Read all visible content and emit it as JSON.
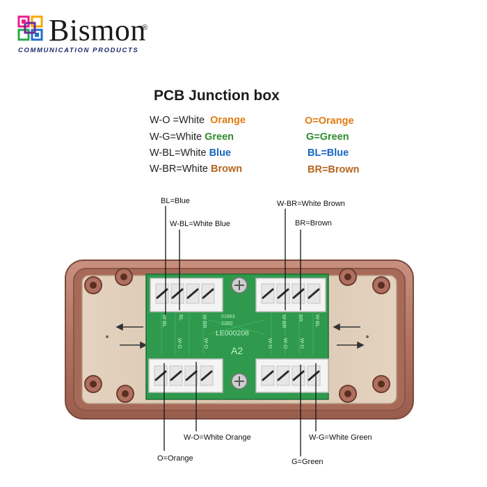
{
  "brand": {
    "name": "Bismon",
    "registered_mark": "®",
    "tagline": "COMMUNICATION PRODUCTS"
  },
  "title": "PCB Junction box",
  "legend": {
    "left": [
      {
        "prefix": "W-O =White",
        "color_word": "Orange",
        "color": "#e07b10"
      },
      {
        "prefix": "W-G=White",
        "color_word": "Green",
        "color": "#2e8b2e"
      },
      {
        "prefix": "W-BL=White",
        "color_word": "Blue",
        "color": "#1565c0"
      },
      {
        "prefix": "W-BR=White",
        "color_word": "Brown",
        "color": "#b5651d"
      }
    ],
    "right": [
      {
        "text": "O=Orange",
        "color": "#e07b10"
      },
      {
        "text": "G=Green",
        "color": "#2e8b2e"
      },
      {
        "text": "BL=Blue",
        "color": "#1565c0"
      },
      {
        "text": "BR=Brown",
        "color": "#b5651d"
      }
    ]
  },
  "callouts": {
    "bl": "BL=Blue",
    "wbl": "W-BL=White Blue",
    "wbr": "W-BR=White Brown",
    "br": "BR=Brown",
    "wo": "W-O=White Orange",
    "o": "O=Orange",
    "wg": "W-G=White Green",
    "g": "G=Green"
  },
  "pcb": {
    "board_code": "LE000208",
    "small_text": "01663",
    "small_text_2": "22B0",
    "marking": "A2",
    "top_left_labels": [
      "W-BL",
      "BL",
      "W-BR"
    ],
    "top_right_labels": [
      "W-BR",
      "BR",
      "W-BL"
    ],
    "bottom_left_labels": [
      "W-G",
      "W-O"
    ],
    "bottom_right_labels": [
      "W-G",
      "W-O",
      "W-G"
    ]
  },
  "colors": {
    "housing": "#b87a68",
    "housing_dark": "#8a5646",
    "inner_tray": "#d9c6b2",
    "pcb": "#2f9a4e",
    "terminal": "#f4f4f4"
  },
  "icons": [
    "logo-squares-icon",
    "arrow-left-icon",
    "arrow-right-icon",
    "screw-icon"
  ]
}
